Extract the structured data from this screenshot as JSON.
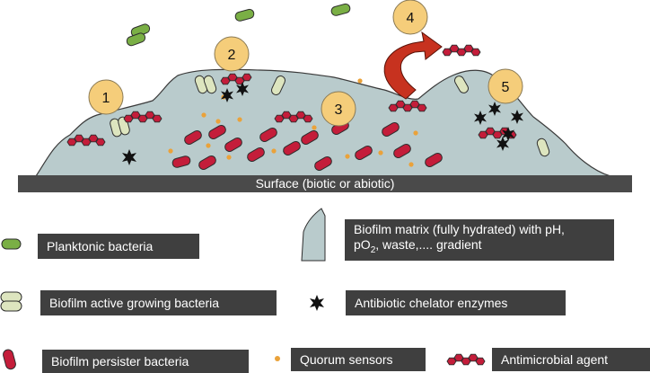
{
  "surface_label": "Surface (biotic or abiotic)",
  "step_markers": [
    "1",
    "2",
    "3",
    "4",
    "5"
  ],
  "legend": {
    "planktonic": "Planktonic bacteria",
    "active_growing": "Biofilm active growing bacteria",
    "persister": "Biofilm persister bacteria",
    "matrix_line1": "Biofilm matrix (fully hydrated) with pH,",
    "matrix_line2_pre": "pO",
    "matrix_line2_sub": "2",
    "matrix_line2_post": ", waste,.... gradient",
    "chelator": "Antibiotic chelator enzymes",
    "quorum": "Quorum sensors",
    "antimicrobial": "Antimicrobial agent"
  },
  "colors": {
    "matrix": "#b9cbcc",
    "surface": "#4a4a4a",
    "planktonic": "#7aaf45",
    "active_growing": "#dde5bf",
    "persister": "#c41d3a",
    "quorum": "#eaa23a",
    "marker": "#f5cd7a",
    "arrow": "#c7321f",
    "label_box": "#3f3f3f"
  }
}
